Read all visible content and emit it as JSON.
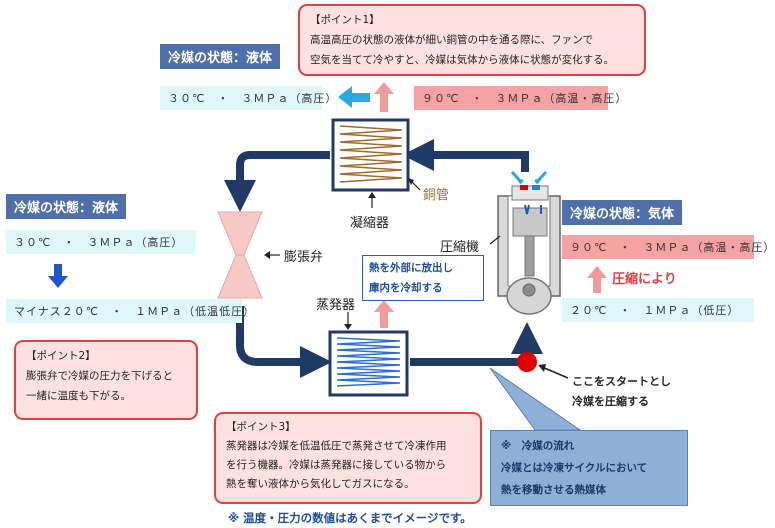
{
  "point1": {
    "heading": "【ポイント1】",
    "lines": [
      "高温高圧の状態の液体が細い銅管の中を通る際に、ファンで",
      "空気を当てて冷やすと、冷媒は気体から液体に状態が変化する。"
    ]
  },
  "state_top": {
    "title": "冷媒の状態：液体"
  },
  "cond_top_left": "３０℃　・　３ＭＰａ（高圧）",
  "cond_top_right": "９０℃　・　３ＭＰａ（高温・高圧）",
  "state_left": {
    "title": "冷媒の状態：液体",
    "cond_high": "３０℃　・　３ＭＰａ（高圧）",
    "cond_low": "マイナス２０℃　・　１ＭＰａ（低温低圧）"
  },
  "state_right": {
    "title": "冷媒の状態：気体",
    "cond_high": "９０℃　・　３ＭＰａ（高温・高圧）",
    "cond_low": "２０℃　・　１ＭＰａ（低圧）",
    "compress_label": "圧縮により"
  },
  "labels": {
    "copper_pipe": "銅管",
    "condenser": "凝縮器",
    "expansion_valve": "膨張弁",
    "evaporator": "蒸発器",
    "compressor": "圧縮機"
  },
  "heat_box": {
    "lines": [
      "熱を外部に放出し",
      "庫内を冷却する"
    ]
  },
  "start_note": {
    "lines": [
      "ここをスタートとし",
      "冷媒を圧縮する"
    ]
  },
  "point2": {
    "heading": "【ポイント2】",
    "lines": [
      "膨張弁で冷媒の圧力を下げると",
      "一緒に温度も下がる。"
    ]
  },
  "point3": {
    "heading": "【ポイント3】",
    "lines": [
      "蒸発器は冷媒を低温低圧で蒸発させて冷凍作用",
      "を行う機器。冷媒は蒸発器に接している物から",
      "熱を奪い液体から気化してガスになる。"
    ]
  },
  "flow_note": {
    "lines": [
      "※　冷媒の流れ",
      "冷媒とは冷凍サイクルにおいて",
      "熱を移動させる熱媒体"
    ]
  },
  "footer": "※ 温度・圧力の数値はあくまでイメージです。",
  "colors": {
    "pipe": "#1f3a64",
    "start_dot": "#e00000",
    "accent_red": "#e0413e",
    "arrow_pink": "#f09a9a",
    "arrow_blue": "#2aa8e0",
    "down_arrow": "#1f57c9"
  }
}
